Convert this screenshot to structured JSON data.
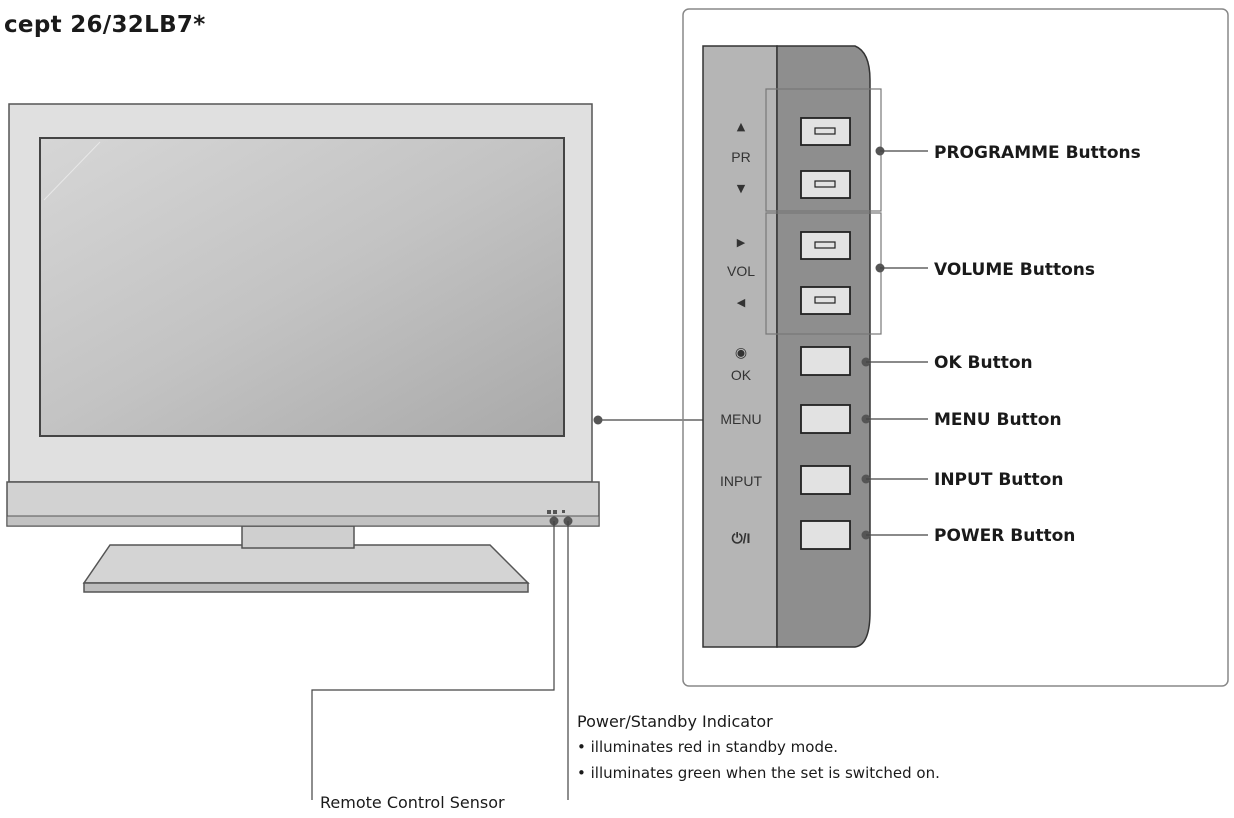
{
  "heading": "cept 26/32LB7*",
  "panel": {
    "side_labels": {
      "pr": "PR",
      "vol": "VOL",
      "ok": "OK",
      "menu": "MENU",
      "input": "INPUT",
      "power": "⏻/I"
    },
    "arrows": {
      "up": "▲",
      "down": "▼",
      "right": "▶",
      "left": "◀",
      "ok_dot": "◉"
    }
  },
  "callouts": {
    "programme": "PROGRAMME Buttons",
    "volume": "VOLUME Buttons",
    "ok": "OK Button",
    "menu": "MENU Button",
    "input": "INPUT Button",
    "power": "POWER Button"
  },
  "indicator": {
    "title": "Power/Standby Indicator",
    "items": [
      "• illuminates red in standby mode.",
      "• illuminates green when the set is switched on."
    ]
  },
  "sensor_label": "Remote Control Sensor",
  "colors": {
    "panel_light": "#b5b5b5",
    "panel_dark": "#8e8e8e",
    "line": "#444444"
  }
}
